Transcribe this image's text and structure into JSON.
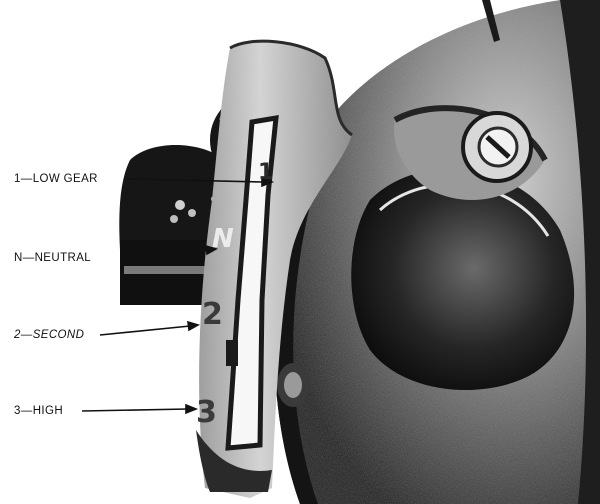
{
  "labels": {
    "low": "1—LOW GEAR",
    "neutral": "N—NEUTRAL",
    "second": "2—SECOND",
    "high": "3—HIGH"
  },
  "plate_marks": {
    "one": "1",
    "neutral": "N",
    "two": "2",
    "three": "3"
  },
  "colors": {
    "ink": "#111111",
    "metal_dark": "#1c1c1c",
    "metal_mid": "#5a5a5a",
    "metal_light": "#bdbdbd",
    "paper": "#ffffff"
  }
}
